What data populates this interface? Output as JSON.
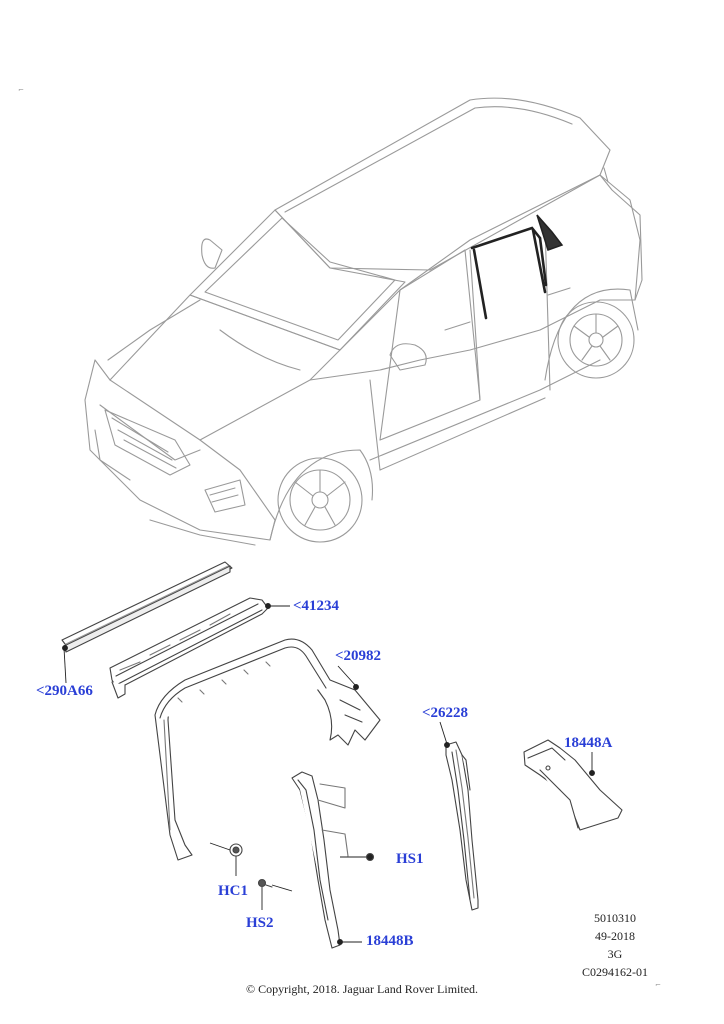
{
  "callouts": {
    "c290a66": "<290A66",
    "c41234": "<41234",
    "c20982": "<20982",
    "c26228": "<26228",
    "c18448a": "18448A",
    "chs1": "HS1",
    "chc1": "HC1",
    "chs2": "HS2",
    "c18448b": "18448B"
  },
  "reference": {
    "code": "5010310",
    "date": "49-2018",
    "rev": "3G",
    "catalog": "C0294162-01"
  },
  "copyright": "© Copyright, 2018. Jaguar Land Rover Limited.",
  "colors": {
    "callout": "#2a3fd6",
    "line": "#444444",
    "light_line": "#9a9a9a",
    "part_fill": "#ffffff"
  }
}
